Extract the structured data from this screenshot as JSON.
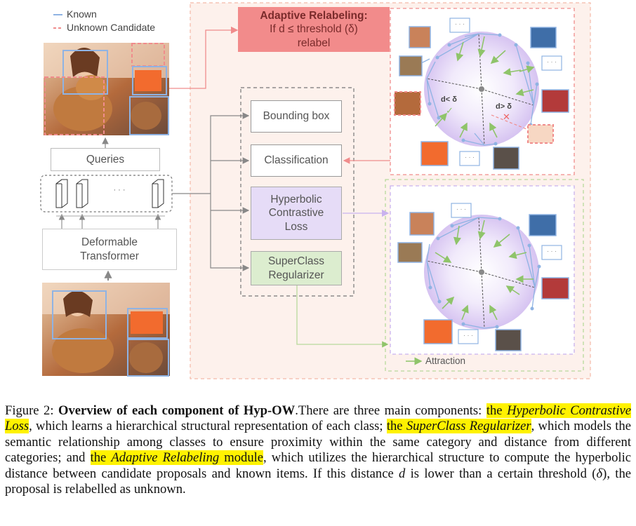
{
  "legend": {
    "known": "Known",
    "unknown": "Unknown Candidate"
  },
  "colors": {
    "known": "#8fb3e3",
    "unknown": "#f08c8c",
    "relabel_fill": "#f28b8b",
    "hyperbolic_fill": "#e6dcf7",
    "superclass_fill": "#dcedcf",
    "attraction": "#8fc46a",
    "disk": "#d9c8f2"
  },
  "pipeline": {
    "queries": "Queries",
    "ellipsis": "· · ·",
    "deformable_line1": "Deformable",
    "deformable_line2": "Transformer"
  },
  "heads": {
    "bounding_box": "Bounding box",
    "classification": "Classification",
    "hyperbolic_line1": "Hyperbolic",
    "hyperbolic_line2": "Contrastive",
    "hyperbolic_line3": "Loss",
    "superclass_line1": "SuperClass",
    "superclass_line2": "Regularizer"
  },
  "relabel": {
    "title": "Adaptive Relabeling:",
    "line2": "If d ≤ threshold (δ)",
    "line3": "relabel"
  },
  "disk_annotations": {
    "d_less": "d< δ",
    "d_greater": "d> δ",
    "check": "✓",
    "cross": "✕",
    "placeholder": "· · ·"
  },
  "attraction_label": "Attraction",
  "caption": {
    "fig_label": "Figure 2:",
    "bold": "Overview of each component of Hyp-OW",
    "t1": ".There are three main components: ",
    "h1a": "the ",
    "h1b": "Hyperbolic Contrastive Loss",
    "t2": ", which learns a hierarchical structural representation of each class; ",
    "h2a": "the ",
    "h2b": "SuperClass Regularizer",
    "t3": ", which models the semantic relationship among classes to ensure proximity within the same category and distance from different categories; and ",
    "h3a": "the ",
    "h3b": "Adaptive Relabeling",
    "h3c": " module",
    "t4": ", which utilizes the hierarchical structure to compute the hyperbolic distance between candidate proposals and known items. If this distance ",
    "var_d": "d",
    "t5": " is lower than a certain threshold (",
    "var_delta": "δ",
    "t6": "), the proposal is relabelled as unknown."
  }
}
